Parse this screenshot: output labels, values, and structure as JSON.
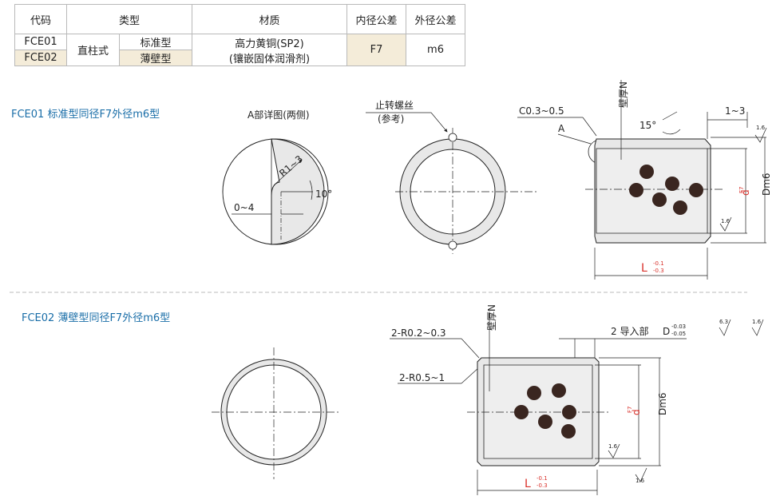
{
  "table": {
    "headers": [
      "代码",
      "类型",
      "材质",
      "内径公差",
      "外径公差"
    ],
    "codes": [
      "FCE01",
      "FCE02"
    ],
    "type_main": "直柱式",
    "types": [
      "标准型",
      "薄壁型"
    ],
    "material_line1": "高力黄铜(SP2)",
    "material_line2": "(镶嵌固体润滑剂)",
    "inner_tol": "F7",
    "outer_tol": "m6"
  },
  "section1": {
    "title": "FCE01 标准型同径F7外径m6型",
    "detail_title": "A部详图(两侧)",
    "r_label": "R1~3",
    "angle_label": "10°",
    "range_label": "0~4",
    "anti_rot_title": "止转螺丝",
    "anti_rot_sub": "(参考)",
    "chamfer": "C0.3~0.5",
    "a_label": "A",
    "wall": "壁厚N",
    "angle15": "15°",
    "len13": "1~3",
    "dia_inner": "d",
    "dia_inner_sub": "F7",
    "dia_outer": "Dm6",
    "length": "L",
    "len_tol_up": "-0.1",
    "len_tol_lo": "-0.3",
    "rough1": "1.6",
    "rough2": "1.6"
  },
  "section2": {
    "title": "FCE02 薄壁型同径F7外径m6型",
    "r02": "2-R0.2~0.3",
    "r05": "2-R0.5~1",
    "wall": "壁厚N",
    "guide": "2 导入部",
    "d_label": "D",
    "d_tol_up": "-0.03",
    "d_tol_lo": "-0.05",
    "dia_inner": "d",
    "dia_inner_sub": "F7",
    "dia_outer": "Dm6",
    "length": "L",
    "len_tol_up": "-0.1",
    "len_tol_lo": "-0.3",
    "rough_63": "6.3",
    "rough_16a": "1.6",
    "rough_16b": "1.6",
    "rough_16c": "1.6"
  }
}
